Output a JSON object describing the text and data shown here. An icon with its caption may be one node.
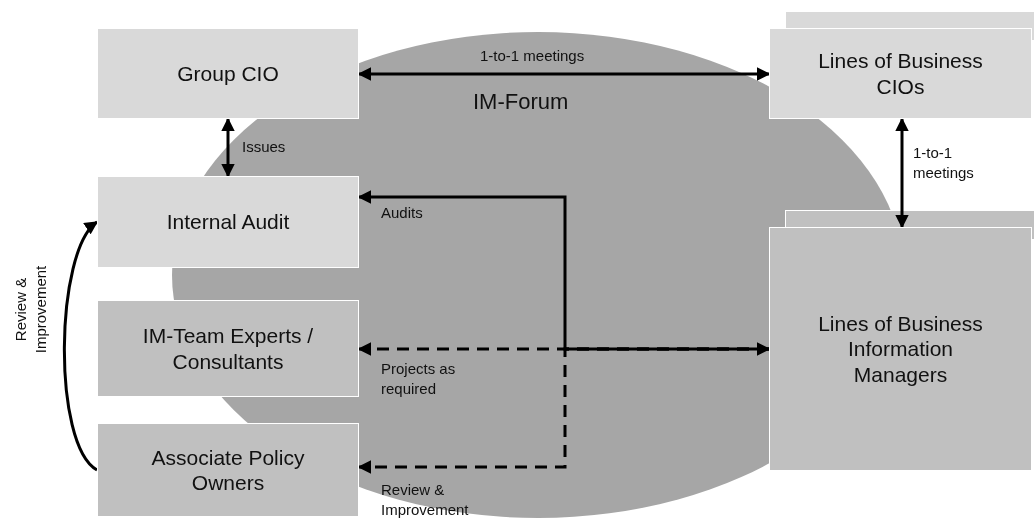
{
  "diagram": {
    "nodes": [
      {
        "text": [
          "Group CIO"
        ]
      },
      {
        "text": [
          "Lines of Business CIOs"
        ]
      },
      {
        "text": [
          "Internal Audit"
        ]
      },
      {
        "text": [
          "IM-Team Experts / Consultants"
        ]
      },
      {
        "text": [
          "Associate Policy Owners"
        ]
      },
      {
        "text": [
          "Lines of Business Information Managers"
        ]
      }
    ],
    "edges": [
      {
        "from": 0,
        "to": 1,
        "arrow": "both",
        "label": "1-to-1 meetings"
      },
      {
        "from": 0,
        "to": 2,
        "arrow": "both",
        "label": "Issues"
      },
      {
        "from": 1,
        "to": 5,
        "arrow": "both",
        "label": "1-to-1 meetings"
      },
      {
        "from": 5,
        "to": 2,
        "arrow": "both",
        "label": "Audits"
      },
      {
        "from": 5,
        "to": 3,
        "arrow": "to",
        "style": "dashed",
        "label": "Projects as required"
      },
      {
        "from": 5,
        "to": 4,
        "arrow": "to",
        "style": "dashed",
        "label": "Review & Improvement"
      },
      {
        "from": 4,
        "to": 2,
        "arrow": "to",
        "label": "Review & Improvement"
      }
    ],
    "labels": [
      "IM-Forum"
    ]
  }
}
